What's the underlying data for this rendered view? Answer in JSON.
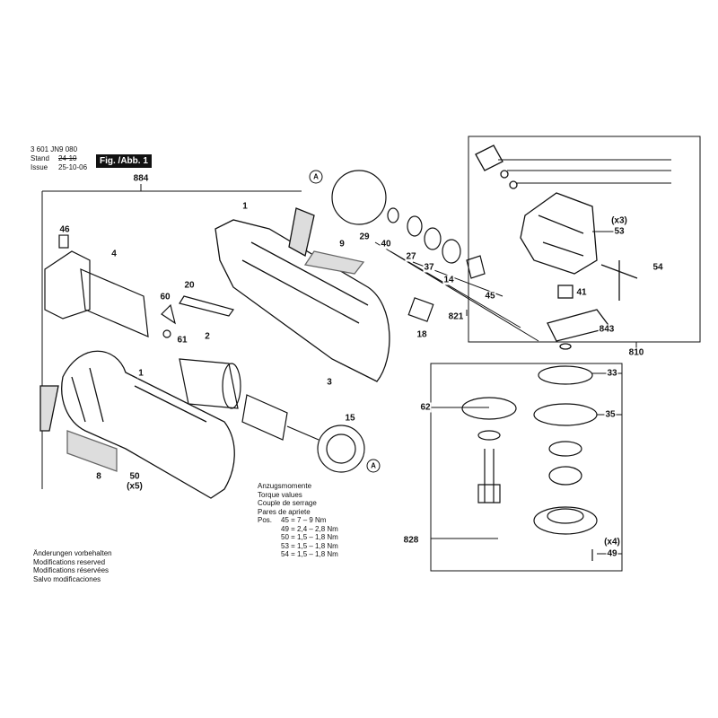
{
  "header": {
    "doc_number": "3 601 JN9 080",
    "stand_label": "Stand",
    "stand_value": "24-10",
    "issue_label": "Issue",
    "issue_value": "25-10-06",
    "figure_label": "Fig. /Abb. 1"
  },
  "callouts": {
    "c884": "884",
    "c1a": "1",
    "c46": "46",
    "c4": "4",
    "c60": "60",
    "c20": "20",
    "c61": "61",
    "c2": "2",
    "c9": "9",
    "c29": "29",
    "c40": "40",
    "c27": "27",
    "c37": "37",
    "c14": "14",
    "c45": "45",
    "c821": "821",
    "c18": "18",
    "c1b": "1",
    "c3": "3",
    "c15": "15",
    "c8": "8",
    "c50": "50",
    "c50q": "(x5)",
    "c53q": "(x3)",
    "c53": "53",
    "c54": "54",
    "c41": "41",
    "c843": "843",
    "c810": "810",
    "c33": "33",
    "c35": "35",
    "c62": "62",
    "c828": "828",
    "c49q": "(x4)",
    "c49": "49",
    "refA1": "A",
    "refA2": "A"
  },
  "torque": {
    "title_de": "Anzugsmomente",
    "title_en": "Torque values",
    "title_fr": "Couple de serrage",
    "title_es": "Pares de apriete",
    "pos_label": "Pos.",
    "rows": [
      "45 = 7   –  9 Nm",
      "49 = 2,4  –  2,8 Nm",
      "50 = 1,5  –  1,8 Nm",
      "53 = 1,5  –  1,8 Nm",
      "54 = 1,5  –  1,8 Nm"
    ]
  },
  "notes": [
    "Änderungen vorbehalten",
    "Modifications reserved",
    "Modifications réservées",
    "Salvo modificaciones"
  ]
}
